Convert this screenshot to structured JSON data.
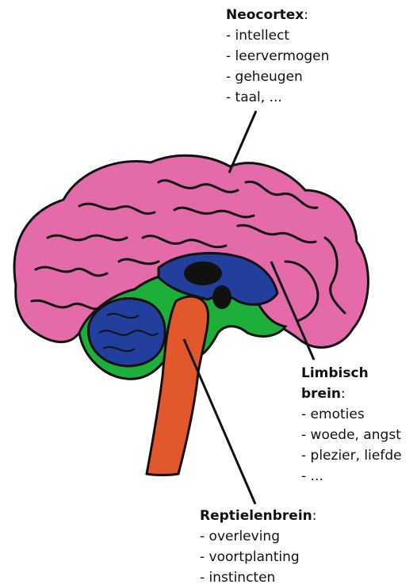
{
  "colors": {
    "neocortex": "#e56aa9",
    "limbic": "#1eae3a",
    "limbic_inner": "#223f9e",
    "reptilian": "#e3572d",
    "outline": "#111111"
  },
  "labels": {
    "neocortex": {
      "title": "Neocortex",
      "suffix": ":",
      "items": [
        "intellect",
        "leervermogen",
        "geheugen",
        "taal, ..."
      ]
    },
    "limbic": {
      "title": "Limbisch brein",
      "suffix": ":",
      "items": [
        "emoties",
        "woede, angst",
        "plezier, liefde",
        "..."
      ]
    },
    "reptilian": {
      "title": "Reptielenbrein",
      "suffix": ":",
      "items": [
        "overleving",
        "voortplanting",
        "instincten"
      ]
    }
  }
}
